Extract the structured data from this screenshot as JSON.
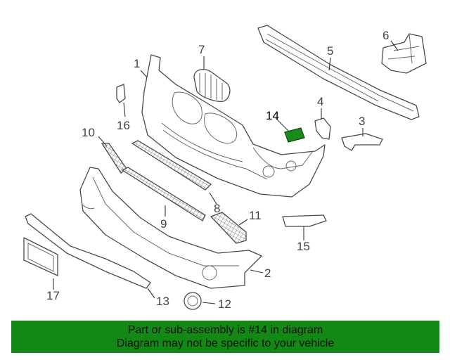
{
  "callouts": {
    "c1": "1",
    "c2": "2",
    "c3": "3",
    "c4": "4",
    "c5": "5",
    "c6": "6",
    "c7": "7",
    "c8": "8",
    "c9": "9",
    "c10": "10",
    "c11": "11",
    "c12": "12",
    "c13": "13",
    "c14": "14",
    "c15": "15",
    "c16": "16",
    "c17": "17"
  },
  "highlight": {
    "part": "14",
    "color": "#1a8a1a"
  },
  "banner": {
    "line1": "Part or sub-assembly is #14 in diagram",
    "line2": "Diagram may not be specific to your vehicle",
    "background": "#148814"
  }
}
